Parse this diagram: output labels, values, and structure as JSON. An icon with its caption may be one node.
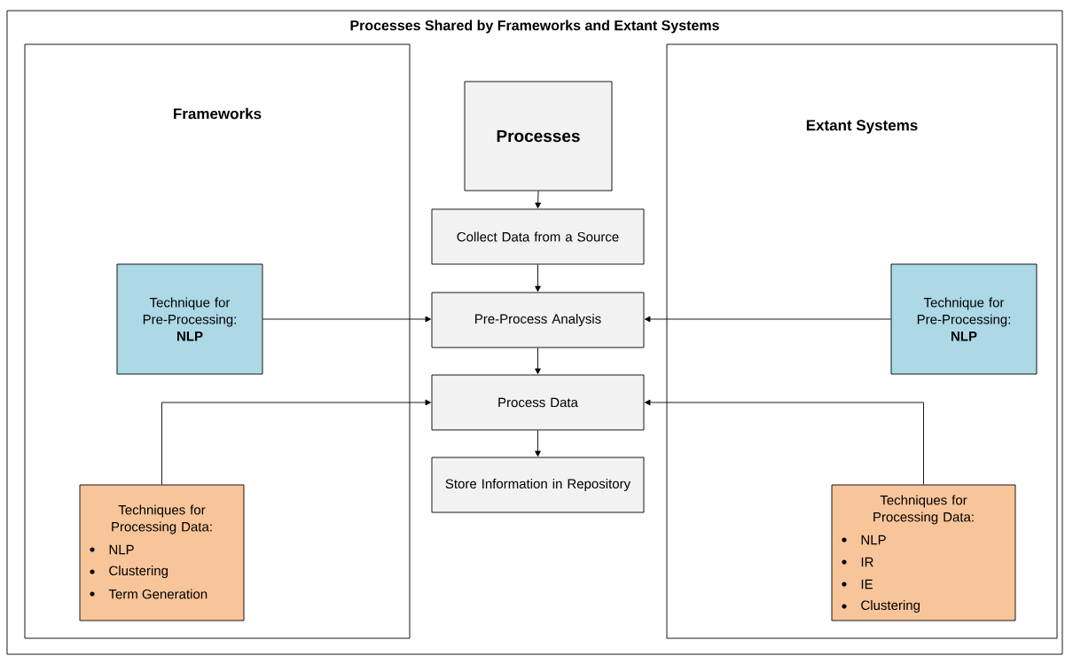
{
  "diagram": {
    "nodes": [
      {
        "text": [
          "Processes Shared by Frameworks and Extant Systems"
        ]
      },
      {
        "text": [
          "Frameworks"
        ],
        "in": 0
      },
      {
        "text": [
          "Technique for Pre-Processing:",
          "NLP"
        ],
        "in": 1
      },
      {
        "text": [
          "Techniques for Processing Data:",
          "NLP",
          "Clustering",
          "Term Generation"
        ],
        "in": 1
      },
      {
        "text": [
          "Processes"
        ],
        "in": 0
      },
      {
        "text": [
          "Collect Data from a Source"
        ],
        "in": 0
      },
      {
        "text": [
          "Pre-Process Analysis"
        ],
        "in": 0
      },
      {
        "text": [
          "Process Data"
        ],
        "in": 0
      },
      {
        "text": [
          "Store Information in Repository"
        ],
        "in": 0
      },
      {
        "text": [
          "Extant Systems"
        ],
        "in": 0
      },
      {
        "text": [
          "Technique for Pre-Processing:",
          "NLP"
        ],
        "in": 9
      },
      {
        "text": [
          "Techniques for Processing Data:",
          "NLP",
          "IR",
          "IE",
          "Clustering"
        ],
        "in": 9
      }
    ],
    "edges": [
      {
        "from": 4,
        "to": 5,
        "arrow": "to"
      },
      {
        "from": 5,
        "to": 6,
        "arrow": "to"
      },
      {
        "from": 6,
        "to": 7,
        "arrow": "to"
      },
      {
        "from": 7,
        "to": 8,
        "arrow": "to"
      },
      {
        "from": 2,
        "to": 6,
        "arrow": "to"
      },
      {
        "from": 10,
        "to": 6,
        "arrow": "to"
      },
      {
        "from": 3,
        "to": 7,
        "arrow": "to"
      },
      {
        "from": 11,
        "to": 7,
        "arrow": "to"
      }
    ]
  }
}
